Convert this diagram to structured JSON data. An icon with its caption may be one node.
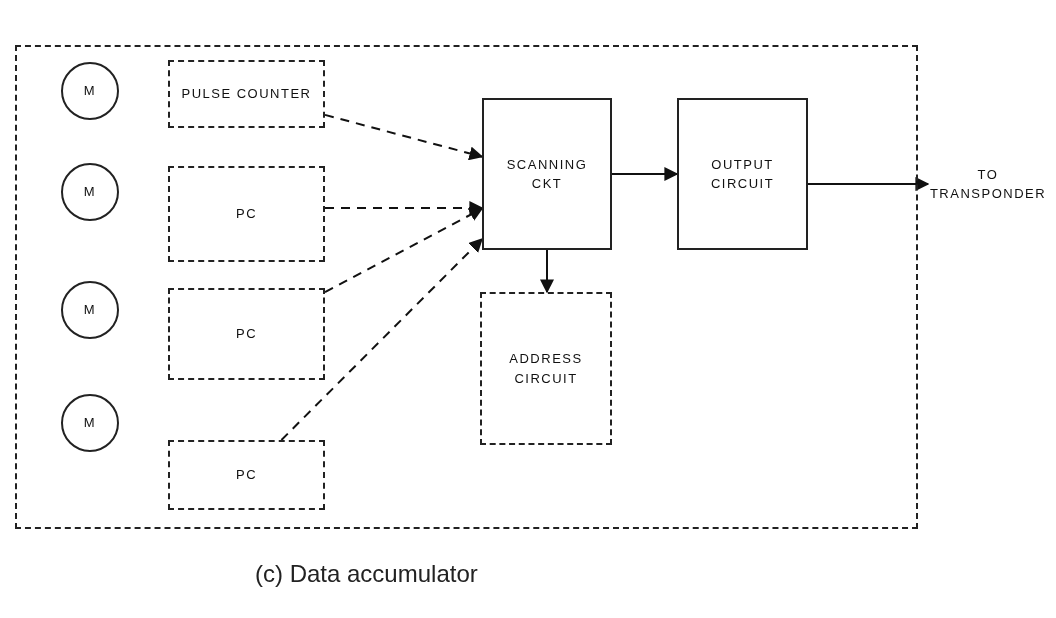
{
  "diagram": {
    "caption": "(c) Data accumulator",
    "nodes": [
      {
        "text": [],
        "shape": "box"
      },
      {
        "text": [
          "M"
        ],
        "in": 0
      },
      {
        "text": [
          "PULSE COUNTER"
        ],
        "in": 0
      },
      {
        "text": [
          "M"
        ],
        "in": 0
      },
      {
        "text": [
          "PC"
        ],
        "in": 0
      },
      {
        "text": [
          "SCANNING CKT"
        ],
        "in": 0
      },
      {
        "text": [
          "OUTPUT CIRCUIT"
        ],
        "in": 0
      },
      {
        "text": [
          "TO TRANSPONDER"
        ]
      },
      {
        "text": [
          "M"
        ],
        "in": 0
      },
      {
        "text": [
          "PC"
        ],
        "in": 0
      },
      {
        "text": [
          "ADDRESS CIRCUIT"
        ],
        "in": 0
      },
      {
        "text": [
          "M"
        ],
        "in": 0
      },
      {
        "text": [
          "PC"
        ],
        "in": 0
      }
    ],
    "edges": [
      {
        "from": 2,
        "to": 5,
        "arrow": "to",
        "style": "dashed"
      },
      {
        "from": 4,
        "to": 5,
        "arrow": "to",
        "style": "dashed"
      },
      {
        "from": 9,
        "to": 5,
        "arrow": "to",
        "style": "dashed"
      },
      {
        "from": 12,
        "to": 5,
        "arrow": "to",
        "style": "dashed"
      },
      {
        "from": 5,
        "to": 6,
        "arrow": "to"
      },
      {
        "from": 5,
        "to": 10,
        "arrow": "to"
      },
      {
        "from": 6,
        "to": 7,
        "arrow": "to"
      }
    ]
  }
}
